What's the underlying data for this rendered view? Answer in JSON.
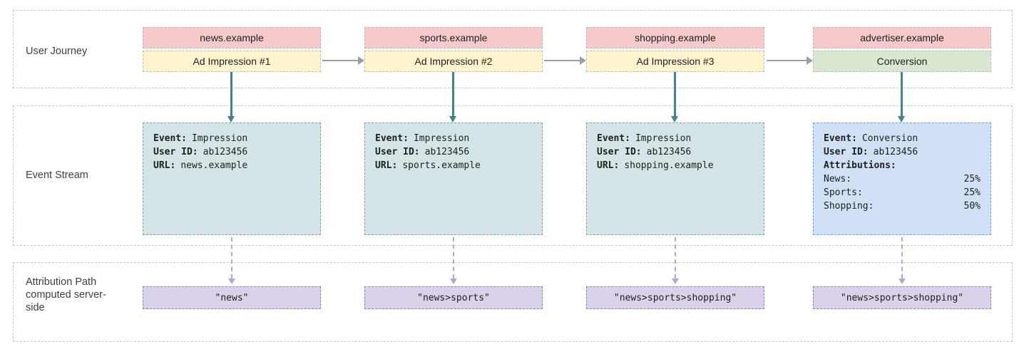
{
  "labels": {
    "user_journey": "User Journey",
    "event_stream": "Event Stream",
    "attribution_path": "Attribution Path computed server-side"
  },
  "journey": [
    {
      "site": "news.example",
      "action": "Ad Impression #1"
    },
    {
      "site": "sports.example",
      "action": "Ad Impression #2"
    },
    {
      "site": "shopping.example",
      "action": "Ad Impression #3"
    },
    {
      "site": "advertiser.example",
      "action": "Conversion"
    }
  ],
  "events": [
    {
      "event_label": "Event:",
      "event_value": "Impression",
      "user_label": "User ID:",
      "user_value": "ab123456",
      "url_label": "URL:",
      "url_value": "news.example"
    },
    {
      "event_label": "Event:",
      "event_value": "Impression",
      "user_label": "User ID:",
      "user_value": "ab123456",
      "url_label": "URL:",
      "url_value": "sports.example"
    },
    {
      "event_label": "Event:",
      "event_value": "Impression",
      "user_label": "User ID:",
      "user_value": "ab123456",
      "url_label": "URL:",
      "url_value": "shopping.example"
    },
    {
      "event_label": "Event:",
      "event_value": "Conversion",
      "user_label": "User ID:",
      "user_value": "ab123456",
      "attributions_label": "Attributions:",
      "attributions": [
        {
          "name": "News:",
          "value": "25%"
        },
        {
          "name": "Sports:",
          "value": "25%"
        },
        {
          "name": "Shopping:",
          "value": "50%"
        }
      ]
    }
  ],
  "attribution_paths": [
    {
      "text": "\"news\""
    },
    {
      "text": "\"news>sports\""
    },
    {
      "text": "\"news>sports>shopping\""
    },
    {
      "text": "\"news>sports>shopping\""
    }
  ],
  "colors": {
    "site_card": "#f7c9cb",
    "impression_card": "#fdf3cc",
    "conversion_card": "#d9e7d2",
    "event_box_fill": "#d5e4e6",
    "event_box_border": "#7aa3aa",
    "conversion_event_fill": "#d0e1f5",
    "conversion_event_border": "#6d9eeb",
    "path_box_fill": "#d9d2e9",
    "path_box_border": "#8e7cc3",
    "teal_arrow": "#45818e",
    "gray_arrow": "#9aa0a6",
    "purple_arrow": "#b4a7d6"
  }
}
